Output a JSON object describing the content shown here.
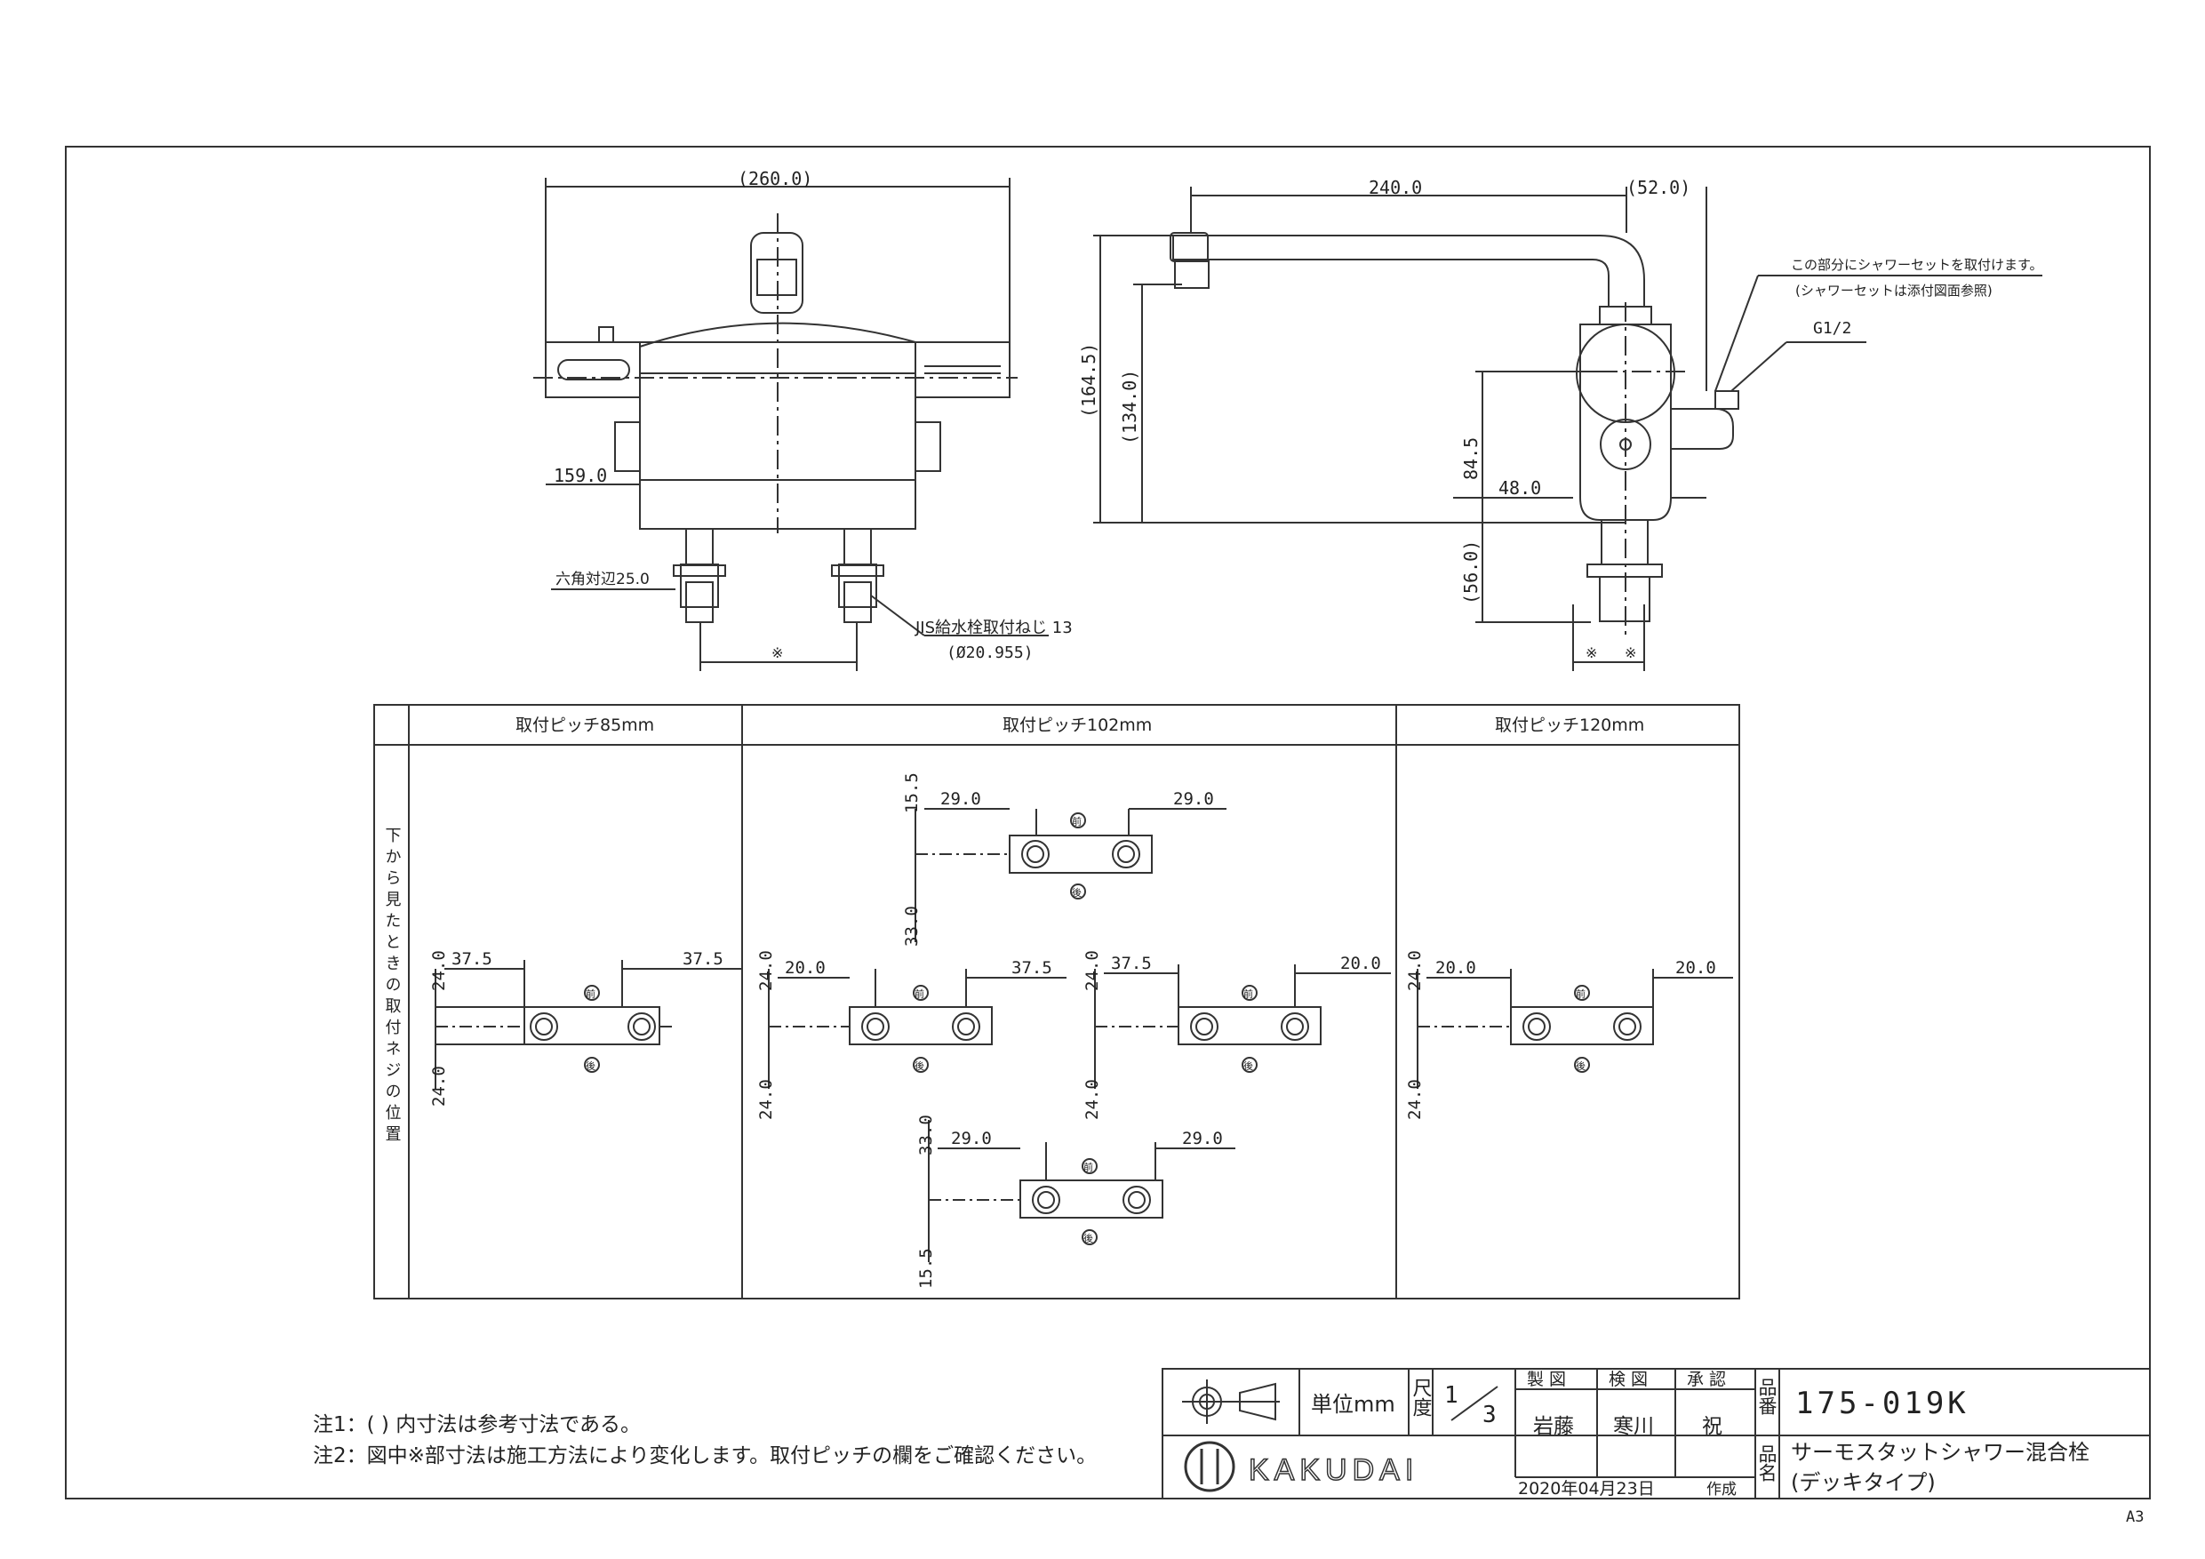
{
  "drawing": {
    "front_view": {
      "width_dim": "(260.0)",
      "offset_dim": "159.0",
      "hex_label": "六角対辺25.0",
      "thread_label_1": "JIS給水栓取付ねじ 13",
      "thread_label_2": "(Ø20.955)",
      "pitch_mark": "※"
    },
    "side_view": {
      "spout_dim": "240.0",
      "side_dim": "(52.0)",
      "height_total": "(164.5)",
      "height_spout": "(134.0)",
      "height_mid": "84.5",
      "depth_dim": "48.0",
      "lower_dim": "(56.0)",
      "shower_note_1": "この部分にシャワーセットを取付けます。",
      "shower_note_2": "(シャワーセットは添付図面参照)",
      "thread_g": "G1/2",
      "pitch_mark": "※"
    }
  },
  "pitch_table": {
    "row_label": "下から見たときの取付ネジの位置",
    "front_mark": "前",
    "back_mark": "後",
    "columns": [
      {
        "header": "取付ピッチ85mm",
        "left": "37.5",
        "right": "37.5",
        "v_up": "24.0",
        "v_down": "24.0"
      },
      {
        "header": "取付ピッチ102mm",
        "top": {
          "left": "29.0",
          "right": "29.0",
          "v_up": "15.5",
          "v_down": "33.0"
        },
        "left": {
          "left": "20.0",
          "right": "37.5",
          "v_up": "24.0",
          "v_down": "24.0"
        },
        "right": {
          "left": "37.5",
          "right": "20.0",
          "v_up": "24.0",
          "v_down": "24.0"
        },
        "bottom": {
          "left": "29.0",
          "right": "29.0",
          "v_up": "33.0",
          "v_down": "15.5"
        }
      },
      {
        "header": "取付ピッチ120mm",
        "left": "20.0",
        "right": "20.0",
        "v_up": "24.0",
        "v_down": "24.0"
      }
    ]
  },
  "notes": [
    "注1：( ) 内寸法は参考寸法である。",
    "注2：図中※部寸法は施工方法により変化します。取付ピッチの欄をご確認ください。"
  ],
  "title_block": {
    "unit_label": "単位mm",
    "scale_label": "尺度",
    "scale_num": "1",
    "scale_den": "3",
    "made_label": "製 図",
    "check_label": "検 図",
    "approve_label": "承 認",
    "made_by": "岩藤",
    "checked_by": "寒川",
    "approved_by": "祝",
    "part_no_label": "品番",
    "part_no": "175-019K",
    "name_label": "品名",
    "name_1": "サーモスタットシャワー混合栓",
    "name_2": "(デッキタイプ)",
    "date": "2020年04月23日",
    "date_suffix": "作成",
    "logo": "KAKUDAI"
  },
  "sheet_size": "A3"
}
